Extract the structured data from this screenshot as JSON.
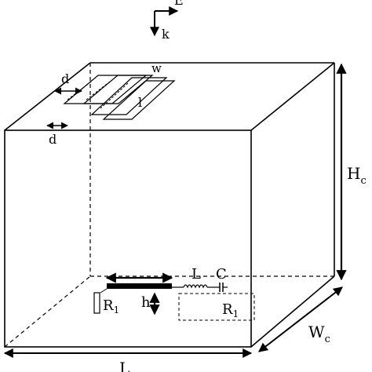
{
  "labels": {
    "E": "E",
    "k": "k",
    "w": "w",
    "l": "l",
    "d_top": "d",
    "d_bottom": "d",
    "Hc_main": "H",
    "Hc_sub": "c",
    "Wc_main": "W",
    "Wc_sub": "c",
    "L_cavity": "L",
    "L_inductor": "L",
    "C_capacitor": "C",
    "R1_left_main": "R",
    "R1_left_sub": "1",
    "R1_right_main": "R",
    "R1_right_sub": "1",
    "h": "h"
  }
}
